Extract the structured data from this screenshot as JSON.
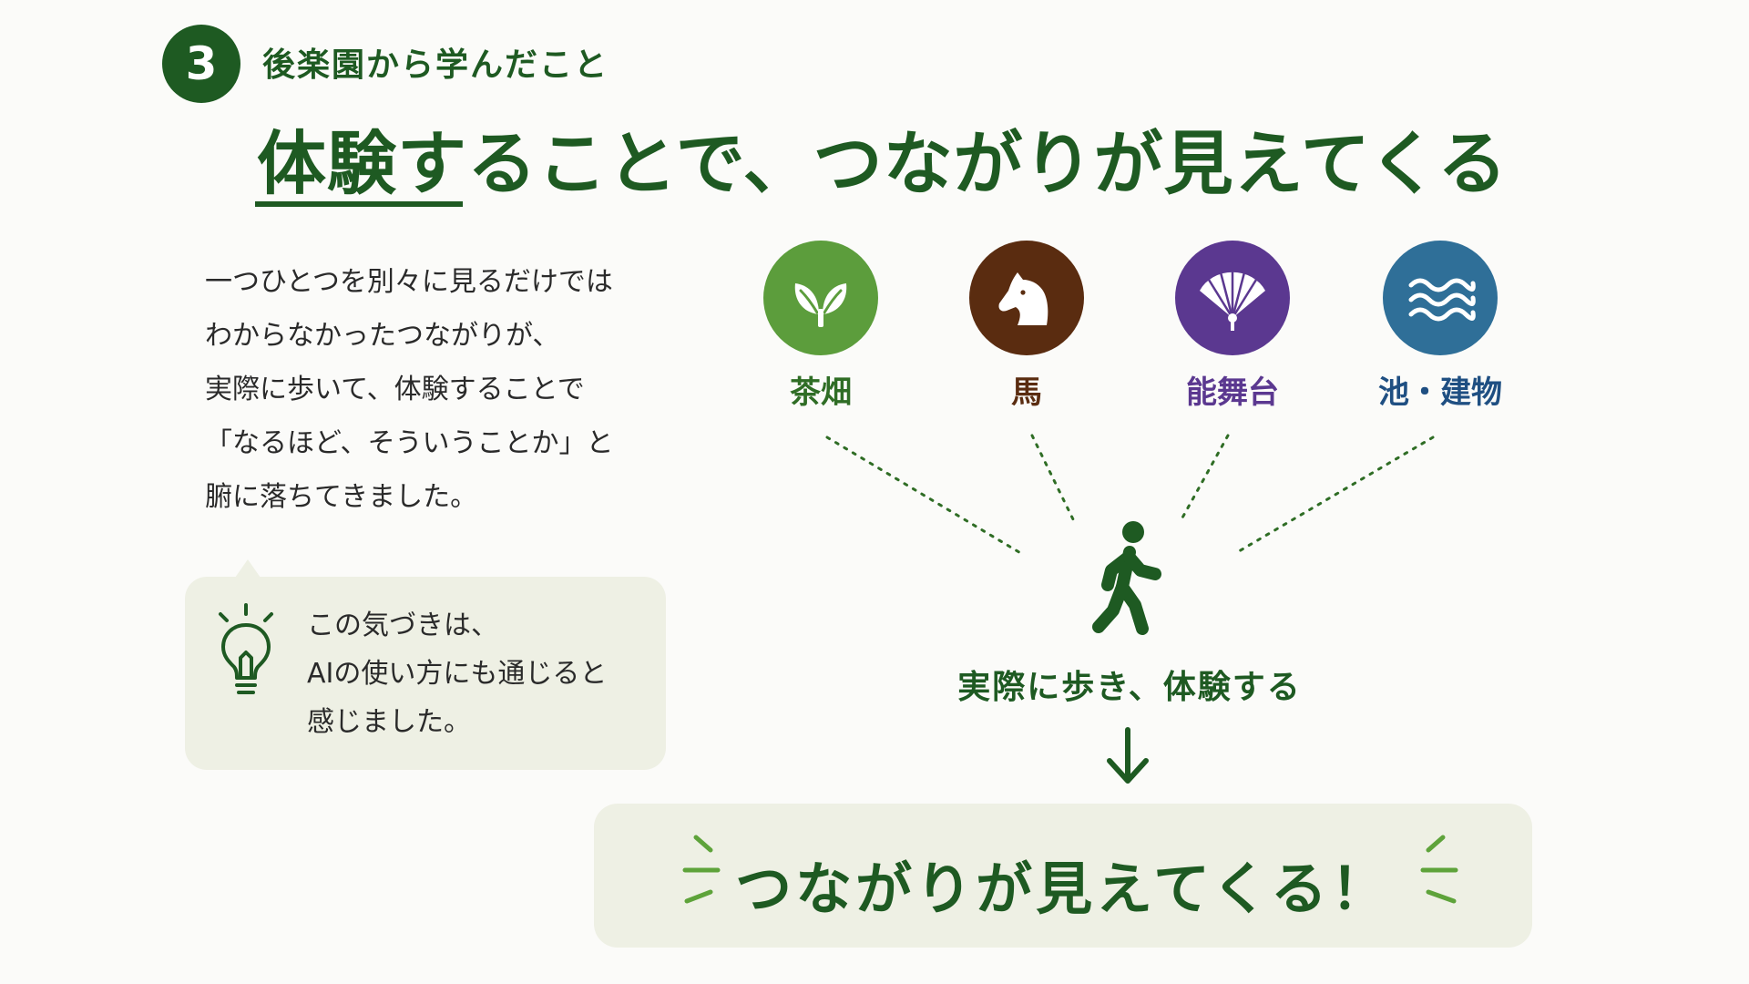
{
  "header": {
    "step_number": "3",
    "section_label": "後楽園から学んだこと",
    "title": "体験することで、つながりが見えてくる"
  },
  "body": {
    "lines": [
      "一つひとつを別々に見るだけでは",
      "わからなかったつながりが、",
      "実際に歩いて、体験することで",
      "「なるほど、そういうことか」と",
      "腑に落ちてきました。"
    ]
  },
  "callout": {
    "icon": "lightbulb-icon",
    "lines": [
      "この気づきは、",
      "AIの使い方にも通じると",
      "感じました。"
    ]
  },
  "experiences": [
    {
      "label": "茶畑",
      "icon": "leaf-icon",
      "color": "#5c9d3c",
      "label_color": "#2f6d25"
    },
    {
      "label": "馬",
      "icon": "horse-icon",
      "color": "#5a2c10",
      "label_color": "#5a2c10"
    },
    {
      "label": "能舞台",
      "icon": "fan-icon",
      "color": "#5b3890",
      "label_color": "#5b3890"
    },
    {
      "label": "池・建物",
      "icon": "waves-icon",
      "color": "#2f6f98",
      "label_color": "#1f4f82"
    }
  ],
  "walk": {
    "icon": "walking-person-icon",
    "label": "実際に歩き、体験する"
  },
  "result": {
    "text": "つながりが見えてくる！"
  },
  "colors": {
    "primary_green": "#1e5a22",
    "panel_bg": "#eef0e4",
    "accent_light_green": "#5ea33a"
  }
}
